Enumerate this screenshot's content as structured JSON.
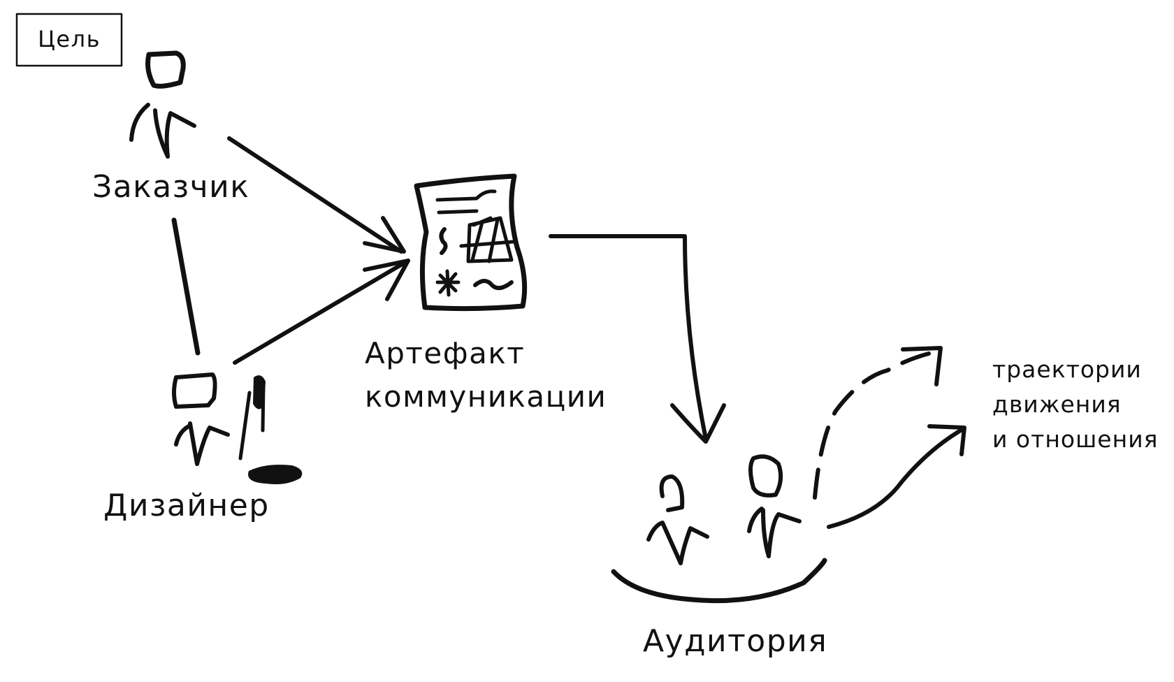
{
  "goal": {
    "label": "Цель"
  },
  "nodes": {
    "customer": {
      "label": "Заказчик",
      "icon": "person-icon"
    },
    "designer": {
      "label": "Дизайнер",
      "icon": "person-with-pencil-icon"
    },
    "artifact": {
      "label_line1": "Артефакт",
      "label_line2": "коммуникации",
      "icon": "document-icon"
    },
    "audience": {
      "label": "Аудитория",
      "icon": "group-of-people-icon"
    }
  },
  "outcome": {
    "line1": "траектории",
    "line2": "движения",
    "line3": "и отношения"
  },
  "colors": {
    "ink": "#111111",
    "background": "#ffffff"
  }
}
